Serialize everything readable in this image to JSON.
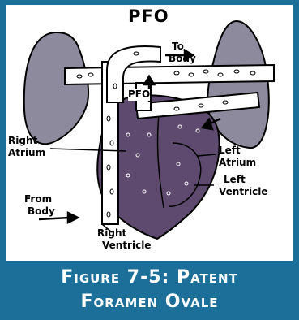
{
  "diagram": {
    "title": "PFO",
    "labels": {
      "to_body_line1": "To",
      "to_body_line2": "Body",
      "pfo": "PFO",
      "right_atrium_line1": "Right",
      "right_atrium_line2": "Atrium",
      "left_atrium_line1": "Left",
      "left_atrium_line2": "Atrium",
      "left_ventricle_line1": "Left",
      "left_ventricle_line2": "Ventricle",
      "from_body_line1": "From",
      "from_body_line2": "Body",
      "right_ventricle_line1": "Right",
      "right_ventricle_line2": "Ventricle"
    }
  },
  "caption": {
    "line1": "Figure 7-5: Patent",
    "line2": "Foramen Ovale"
  },
  "colors": {
    "frame": "#1c6f98",
    "lung": "#8c8a9c",
    "heart": "#5e4a6e",
    "vessel": "#ffffff",
    "outline": "#000000"
  }
}
